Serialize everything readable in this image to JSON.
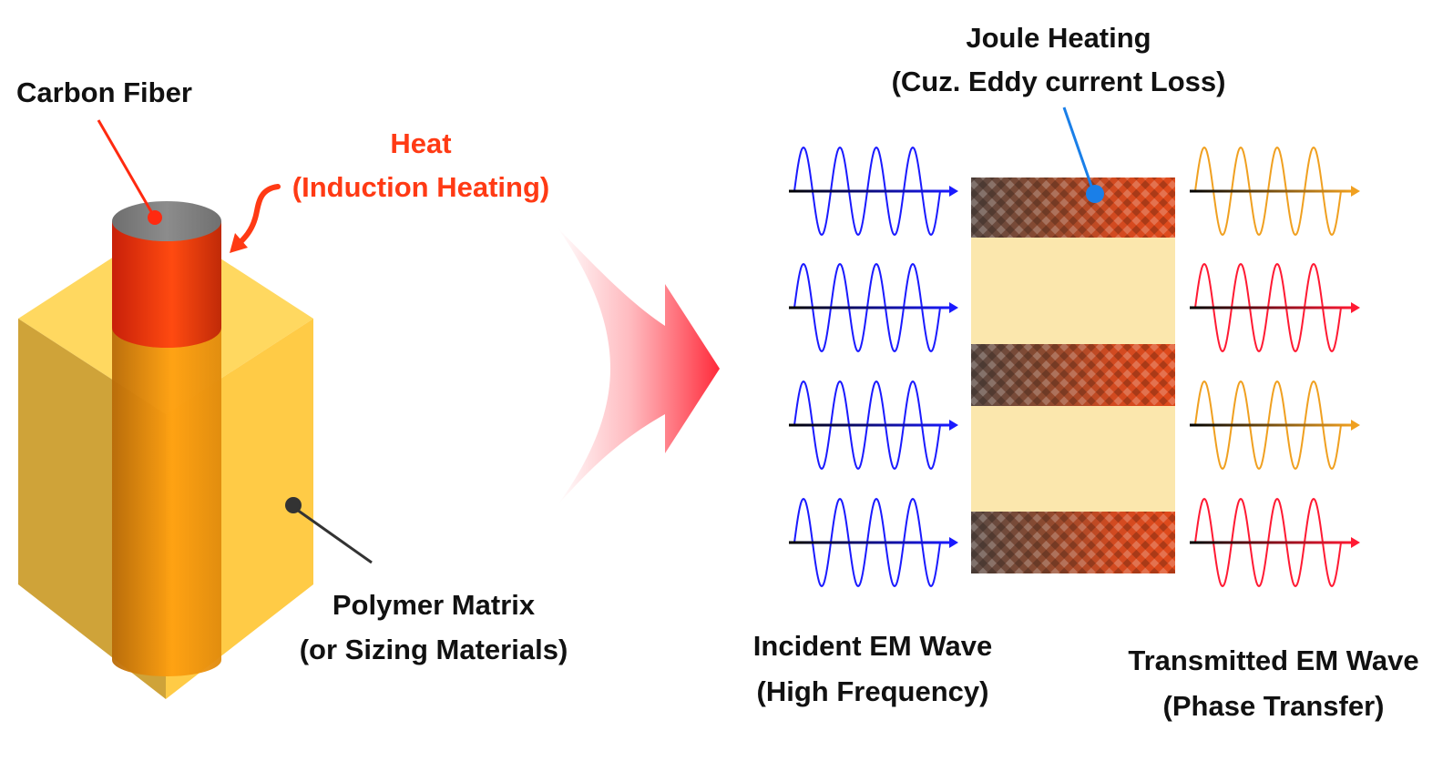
{
  "labels": {
    "carbon_fiber": "Carbon Fiber",
    "heat_line1": "Heat",
    "heat_line2": "(Induction Heating)",
    "polymer_line1": "Polymer Matrix",
    "polymer_line2": "(or Sizing Materials)",
    "joule_line1": "Joule Heating",
    "joule_line2": "(Cuz. Eddy current Loss)",
    "incident_line1": "Incident EM Wave",
    "incident_line2": "(High Frequency)",
    "transmitted_line1": "Transmitted EM Wave",
    "transmitted_line2": "(Phase Transfer)"
  },
  "colors": {
    "heat_text": "#ff3a14",
    "incident_wave": "#1a1aff",
    "transmitted_orange": "#f0a020",
    "transmitted_red": "#ff1a33",
    "matrix_yellow": "#ffd54a",
    "fiber_red": "#e8380c",
    "joule_pointer": "#1a7fe8",
    "laminate_light": "#fbe7ad"
  },
  "transmitted_wave_colors": [
    "orange",
    "red",
    "orange",
    "red"
  ]
}
